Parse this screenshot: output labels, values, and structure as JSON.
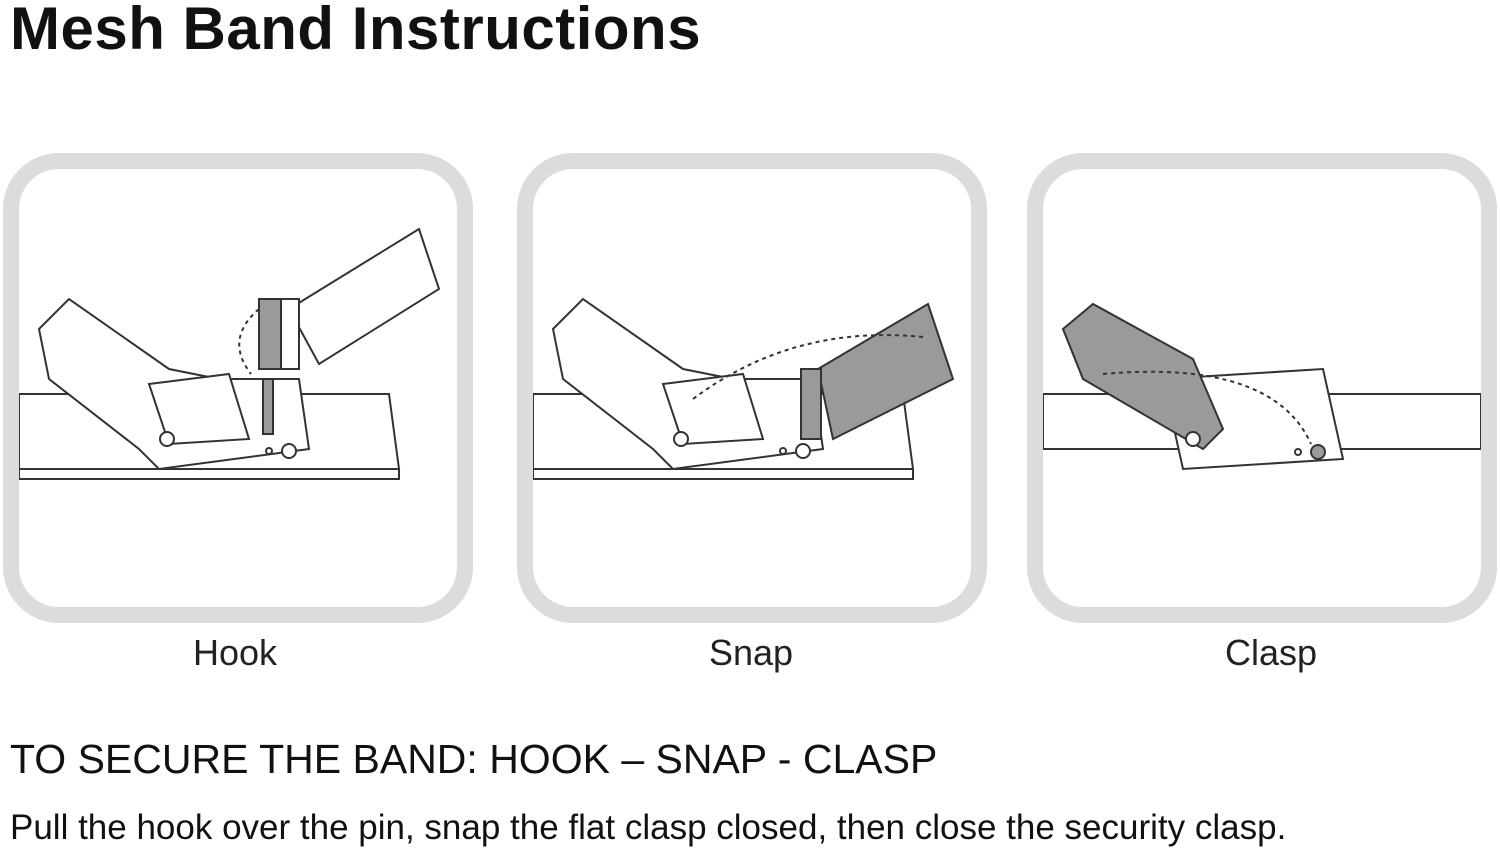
{
  "title": "Mesh Band Instructions",
  "steps": [
    {
      "label": "Hook",
      "icon": "hook-step-illustration"
    },
    {
      "label": "Snap",
      "icon": "snap-step-illustration"
    },
    {
      "label": "Clasp",
      "icon": "clasp-step-illustration"
    }
  ],
  "heading": "TO SECURE THE BAND:  HOOK – SNAP - CLASP",
  "description": "Pull the hook over the pin, snap the flat clasp closed, then close the security clasp.",
  "colors": {
    "panel_border": "#dcdcdc",
    "highlight": "#9a9a9a",
    "line": "#333333"
  }
}
